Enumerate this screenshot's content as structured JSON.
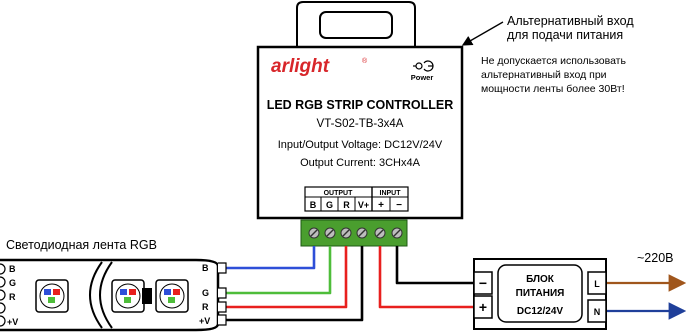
{
  "controller": {
    "brand": "arlight",
    "power_label": "Power",
    "title": "LED RGB STRIP CONTROLLER",
    "model": "VT-S02-TB-3x4A",
    "voltage": "Input/Output Voltage: DC12V/24V",
    "current": "Output Current: 3CHx4A",
    "output_header": "OUTPUT",
    "input_header": "INPUT",
    "output_pins": [
      "B",
      "G",
      "R",
      "V+"
    ],
    "input_pins": [
      "+",
      "−"
    ]
  },
  "note": {
    "alt_input_line1": "Альтернативный вход",
    "alt_input_line2": "для подачи питания",
    "warning_line1": "Не допускается использовать",
    "warning_line2": "альтернативный вход при",
    "warning_line3": "мощности ленты более 30Вт!"
  },
  "strip": {
    "title": "Светодиодная лента RGB",
    "left_pins": [
      "B",
      "G",
      "R",
      "+V"
    ],
    "right_pins": [
      "B",
      "G",
      "R",
      "+V"
    ]
  },
  "psu": {
    "line1": "БЛОК",
    "line2": "ПИТАНИЯ",
    "line3": "DC12/24V",
    "minus": "−",
    "plus": "+",
    "l": "L",
    "n": "N",
    "mains": "~220В"
  },
  "colors": {
    "blue": "#2e4fd8",
    "green": "#4ebd3a",
    "red": "#e8201e",
    "black": "#000000",
    "brown": "#a0561c",
    "navy": "#1f3f9a",
    "terminal_green": "#4a9e2e",
    "brand_red": "#d8262a"
  }
}
